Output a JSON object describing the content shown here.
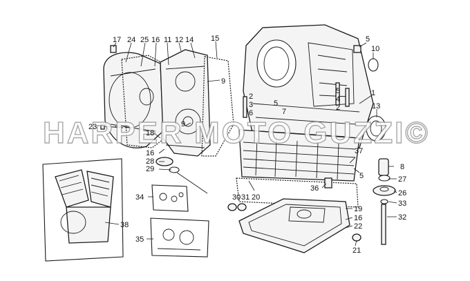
{
  "diagram": {
    "watermark": "HARPER MOTO GUZZI©",
    "callouts": [
      {
        "id": "17",
        "label": "17"
      },
      {
        "id": "24",
        "label": "24"
      },
      {
        "id": "25",
        "label": "25"
      },
      {
        "id": "16a",
        "label": "16"
      },
      {
        "id": "11",
        "label": "11"
      },
      {
        "id": "12",
        "label": "12"
      },
      {
        "id": "14",
        "label": "14"
      },
      {
        "id": "15",
        "label": "15"
      },
      {
        "id": "9a",
        "label": "9"
      },
      {
        "id": "5a",
        "label": "5"
      },
      {
        "id": "10",
        "label": "10"
      },
      {
        "id": "1",
        "label": "1"
      },
      {
        "id": "2a",
        "label": "2"
      },
      {
        "id": "3",
        "label": "3"
      },
      {
        "id": "6",
        "label": "6"
      },
      {
        "id": "5b",
        "label": "5"
      },
      {
        "id": "7",
        "label": "7"
      },
      {
        "id": "5c",
        "label": "5"
      },
      {
        "id": "4",
        "label": "4"
      },
      {
        "id": "2b",
        "label": "2"
      },
      {
        "id": "13",
        "label": "13"
      },
      {
        "id": "23",
        "label": "23"
      },
      {
        "id": "18",
        "label": "18"
      },
      {
        "id": "9b",
        "label": "9"
      },
      {
        "id": "16b",
        "label": "16"
      },
      {
        "id": "28",
        "label": "28"
      },
      {
        "id": "29",
        "label": "29"
      },
      {
        "id": "37",
        "label": "37"
      },
      {
        "id": "5d",
        "label": "5"
      },
      {
        "id": "8",
        "label": "8"
      },
      {
        "id": "27",
        "label": "27"
      },
      {
        "id": "26",
        "label": "26"
      },
      {
        "id": "33",
        "label": "33"
      },
      {
        "id": "32",
        "label": "32"
      },
      {
        "id": "36",
        "label": "36"
      },
      {
        "id": "34",
        "label": "34"
      },
      {
        "id": "30",
        "label": "30"
      },
      {
        "id": "31",
        "label": "31"
      },
      {
        "id": "20",
        "label": "20"
      },
      {
        "id": "19",
        "label": "19"
      },
      {
        "id": "16c",
        "label": "16"
      },
      {
        "id": "22",
        "label": "22"
      },
      {
        "id": "21",
        "label": "21"
      },
      {
        "id": "38",
        "label": "38"
      },
      {
        "id": "35",
        "label": "35"
      }
    ]
  }
}
